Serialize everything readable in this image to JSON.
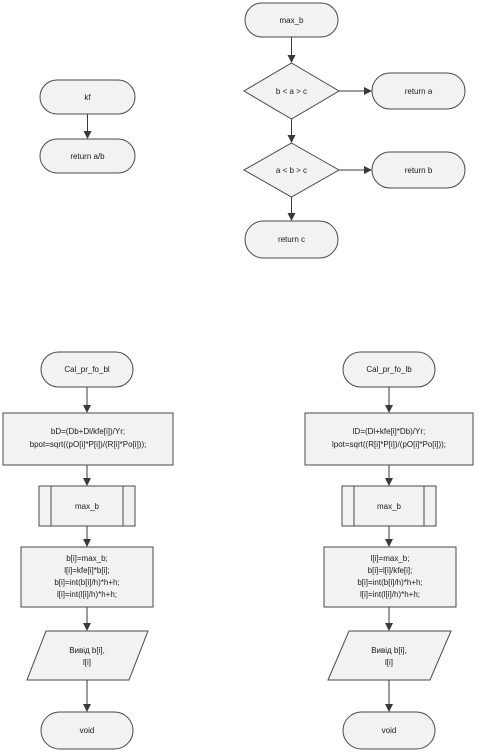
{
  "diagram": {
    "kf": {
      "terminal_start": "kf",
      "terminal_end": "return a/b"
    },
    "max_b": {
      "terminal_start": "max_b",
      "decision_1": "b < a > c",
      "decision_1_result": "return a",
      "decision_2": "a < b > c",
      "decision_2_result": "return b",
      "terminal_end": "return c"
    },
    "cal_pr_fo_bl": {
      "terminal_start": "Cal_pr_fo_bl",
      "process_lines": [
        "bD=(Db+Dl/kfe[i])/Yr;",
        "bpot=sqrt((pO[i]*P[i])/(R[i]*Po[i]));"
      ],
      "subroutine": "max_b",
      "assign_lines": [
        "b[i]=max_b;",
        "l[i]=kfe[i]*b[i];",
        "b[i]=int(b[i]/h)*h+h;",
        "l[i]=int(l[i]/h)*h+h;"
      ],
      "output_lines": [
        "Вивід b[i],",
        "l[i]"
      ],
      "terminal_end": "void"
    },
    "cal_pr_fo_lb": {
      "terminal_start": "Cal_pr_fo_lb",
      "process_lines": [
        "lD=(Dl+kfe[i]*Db)/Yr;",
        "lpot=sqrt((R[i]*P[i])/(pO[i]*Po[i]));"
      ],
      "subroutine": "max_b",
      "assign_lines": [
        "l[i]=max_b;",
        "b[i]=l[i]/kfe[i];",
        "b[i]=int(b[i]/h)*h+h;",
        "l[i]=int(l[i]/h)*h+h;"
      ],
      "output_lines": [
        "Вивід b[i],",
        "l[i]"
      ],
      "terminal_end": "void"
    }
  }
}
